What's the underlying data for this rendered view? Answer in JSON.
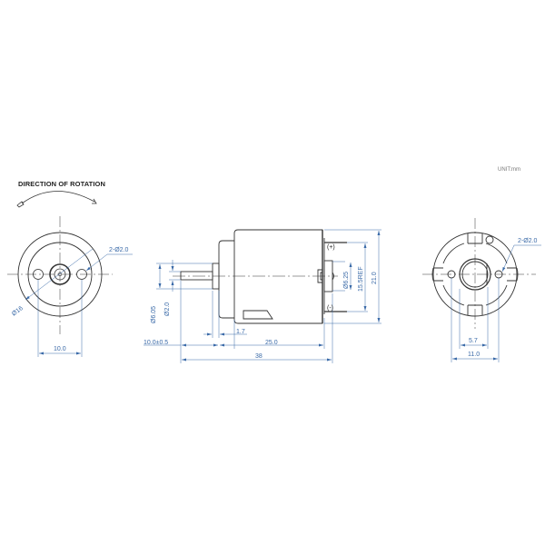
{
  "drawing": {
    "unit_label": "UNIT:mm",
    "rotation_title": "DIRECTION OF ROTATION",
    "colors": {
      "line": "#333333",
      "dimension": "#3a6aa8",
      "background": "#ffffff"
    }
  },
  "front_view": {
    "hole_callout": "2-Ø2.0",
    "diameter_label": "Ø16",
    "hole_spacing": "10.0"
  },
  "side_view": {
    "shaft_boss_dia": "Ø6.05",
    "shaft_dia": "Ø2.0",
    "shaft_length": "10.0±0.5",
    "boss_length": "1.7",
    "body_length": "25.0",
    "overall_length": "38",
    "rear_boss_dia": "Ø6.25",
    "terminal_spacing": "15.5REF",
    "height": "21.0",
    "terminal_plus": "(+)",
    "terminal_minus": "(-)"
  },
  "rear_view": {
    "hole_callout": "2-Ø2.0",
    "inner_dim": "5.7",
    "outer_dim": "11.0"
  }
}
